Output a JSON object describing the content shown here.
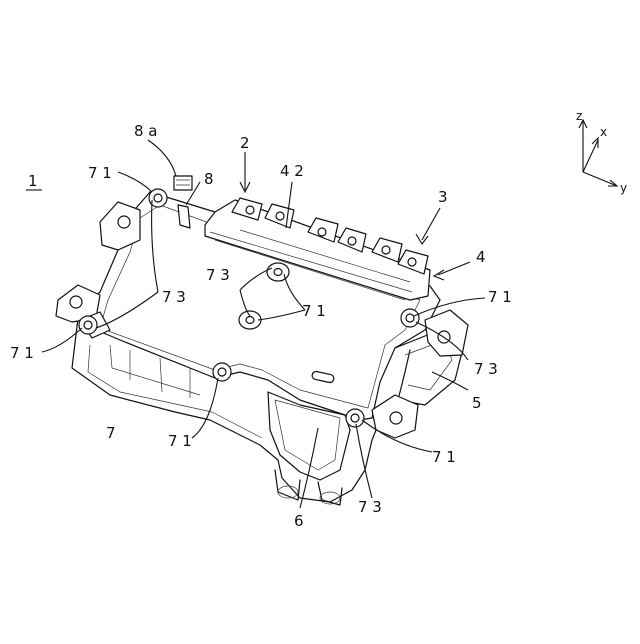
{
  "figure": {
    "ref_main": "1",
    "axes": {
      "z": "z",
      "x": "x",
      "y": "y"
    },
    "labels": {
      "l2": "2",
      "l3": "3",
      "l4": "4",
      "l42": "4 2",
      "l5": "5",
      "l6": "6",
      "l7": "7",
      "l8": "8",
      "l8a": "8 a",
      "l71_topleft": "7 1",
      "l71_left": "7 1",
      "l71_center": "7 1",
      "l71_bottom": "7 1",
      "l71_right": "7 1",
      "l71_bottomright": "7 1",
      "l73_left": "7 3",
      "l73_center": "7 3",
      "l73_right": "7 3",
      "l73_bottom": "7 3"
    }
  }
}
